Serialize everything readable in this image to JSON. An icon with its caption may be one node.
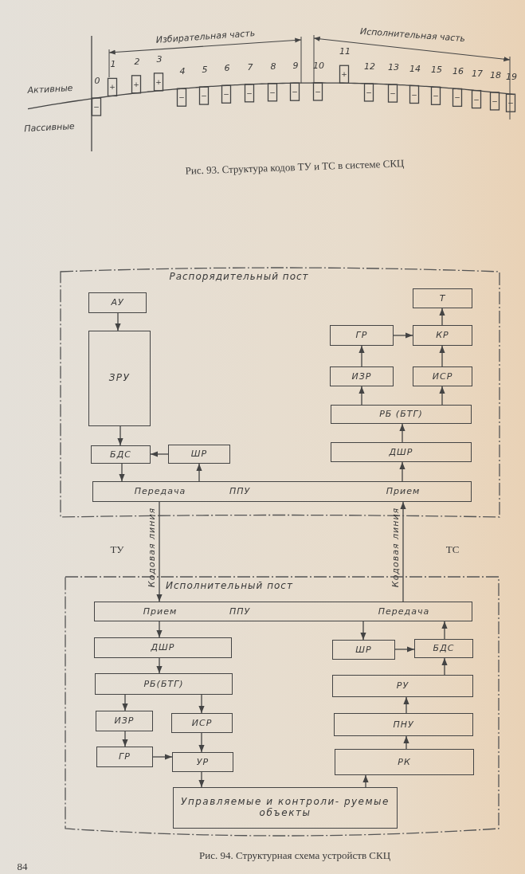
{
  "diagram": {
    "caption": "Рис. 94. Структурная схема устройств СКЦ",
    "nodes": [
      {
        "text": [
          "Распорядительный пост"
        ]
      },
      {
        "text": [
          "АУ"
        ],
        "in": 0
      },
      {
        "text": [
          "ЗРУ"
        ],
        "in": 0
      },
      {
        "text": [
          "БДС"
        ],
        "in": 0
      },
      {
        "text": [
          "ШР"
        ],
        "in": 0
      },
      {
        "text": [
          "Передача",
          "ППУ",
          "Прием"
        ],
        "in": 0
      },
      {
        "text": [
          "Т"
        ],
        "in": 0
      },
      {
        "text": [
          "ГР"
        ],
        "in": 0
      },
      {
        "text": [
          "КР"
        ],
        "in": 0
      },
      {
        "text": [
          "ИЗР"
        ],
        "in": 0
      },
      {
        "text": [
          "ИСР"
        ],
        "in": 0
      },
      {
        "text": [
          "РБ (БТГ)"
        ],
        "in": 0
      },
      {
        "text": [
          "ДШР"
        ],
        "in": 0
      },
      {
        "text": [
          "Исполнительный пост"
        ]
      },
      {
        "text": [
          "Прием",
          "ППУ",
          "Передача"
        ],
        "in": 13
      },
      {
        "text": [
          "ДШР"
        ],
        "in": 13
      },
      {
        "text": [
          "РБ(БТГ)"
        ],
        "in": 13
      },
      {
        "text": [
          "ИЗР"
        ],
        "in": 13
      },
      {
        "text": [
          "ИСР"
        ],
        "in": 13
      },
      {
        "text": [
          "ГР"
        ],
        "in": 13
      },
      {
        "text": [
          "УР"
        ],
        "in": 13
      },
      {
        "text": [
          "Управляемые и контроли- руемые объекты"
        ],
        "in": 13
      },
      {
        "text": [
          "ШР"
        ],
        "in": 13
      },
      {
        "text": [
          "БДС"
        ],
        "in": 13
      },
      {
        "text": [
          "РУ"
        ],
        "in": 13
      },
      {
        "text": [
          "ПНУ"
        ],
        "in": 13
      },
      {
        "text": [
          "РК"
        ],
        "in": 13
      }
    ],
    "edges": [
      {
        "from": 1,
        "to": 2,
        "arrow": "to"
      },
      {
        "from": 2,
        "to": 3,
        "arrow": "to"
      },
      {
        "from": 4,
        "to": 3,
        "arrow": "to"
      },
      {
        "from": 3,
        "to": 5,
        "arrow": "to"
      },
      {
        "from": 5,
        "to": 4,
        "arrow": "to"
      },
      {
        "from": 5,
        "to": 12,
        "arrow": "to"
      },
      {
        "from": 12,
        "to": 11,
        "arrow": "to"
      },
      {
        "from": 11,
        "to": 9,
        "arrow": "to"
      },
      {
        "from": 11,
        "to": 10,
        "arrow": "to"
      },
      {
        "from": 9,
        "to": 7,
        "arrow": "to"
      },
      {
        "from": 10,
        "to": 8,
        "arrow": "to"
      },
      {
        "from": 7,
        "to": 8,
        "arrow": "to"
      },
      {
        "from": 8,
        "to": 6,
        "arrow": "to"
      },
      {
        "from": 5,
        "to": 14,
        "arrow": "to",
        "label": "Кодовая линия"
      },
      {
        "from": 14,
        "to": 5,
        "arrow": "to",
        "label": "Кодовая линия"
      },
      {
        "from": 14,
        "to": 15,
        "arrow": "to"
      },
      {
        "from": 15,
        "to": 16,
        "arrow": "to"
      },
      {
        "from": 16,
        "to": 17,
        "arrow": "to"
      },
      {
        "from": 16,
        "to": 18,
        "arrow": "to"
      },
      {
        "from": 17,
        "to": 19,
        "arrow": "to"
      },
      {
        "from": 18,
        "to": 20,
        "arrow": "to"
      },
      {
        "from": 19,
        "to": 20,
        "arrow": "to"
      },
      {
        "from": 20,
        "to": 21,
        "arrow": "to"
      },
      {
        "from": 21,
        "to": 26,
        "arrow": "to"
      },
      {
        "from": 26,
        "to": 25,
        "arrow": "to"
      },
      {
        "from": 25,
        "to": 24,
        "arrow": "to"
      },
      {
        "from": 24,
        "to": 23,
        "arrow": "to"
      },
      {
        "from": 14,
        "to": 22,
        "arrow": "to"
      },
      {
        "from": 22,
        "to": 23,
        "arrow": "to"
      },
      {
        "from": 23,
        "to": 14,
        "arrow": "to"
      }
    ],
    "labels": [
      "Избирательная часть",
      "Исполнительная часть",
      "Активные",
      "Пассивные",
      "0",
      "1",
      "2",
      "3",
      "4",
      "5",
      "6",
      "7",
      "8",
      "9",
      "10",
      "11",
      "12",
      "13",
      "14",
      "15",
      "16",
      "17",
      "18",
      "19",
      "−",
      "+",
      "+",
      "+",
      "−",
      "−",
      "−",
      "−",
      "−",
      "−",
      "−",
      "+",
      "−",
      "−",
      "−",
      "−",
      "−",
      "−",
      "−",
      "−",
      "Рис. 93. Структура кодов ТУ и ТС в системе СКЦ",
      "ТУ",
      "ТС",
      "84"
    ]
  }
}
